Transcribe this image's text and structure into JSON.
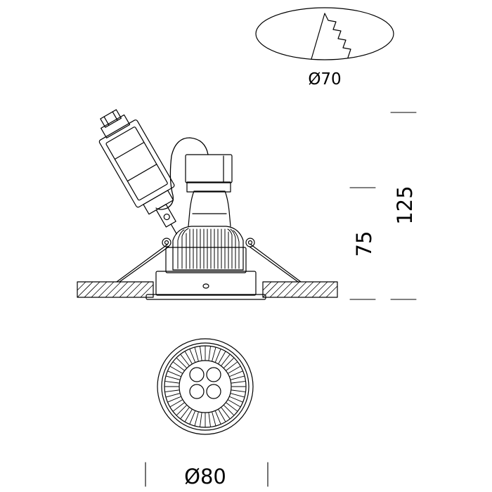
{
  "cutout": {
    "diameter_label": "Ø70"
  },
  "dimensions": {
    "total_height_label": "125",
    "recessed_depth_label": "75",
    "outer_diameter_label": "Ø80"
  },
  "colors": {
    "line": "#000000",
    "background": "#ffffff"
  }
}
